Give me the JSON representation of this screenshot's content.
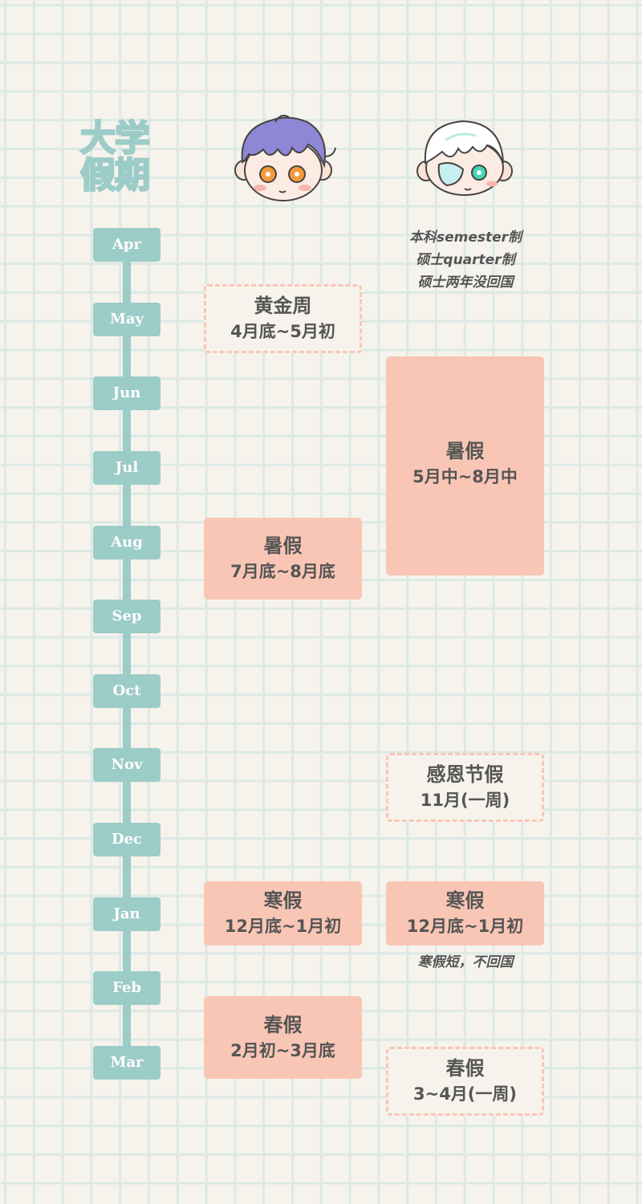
{
  "title": {
    "line1": "大学",
    "line2": "假期"
  },
  "months": [
    "Apr",
    "May",
    "Jun",
    "Jul",
    "Aug",
    "Sep",
    "Oct",
    "Nov",
    "Dec",
    "Jan",
    "Feb",
    "Mar"
  ],
  "notes": {
    "line1": "本科semester制",
    "line2": "硕士quarter制",
    "line3": "硕士两年没回国",
    "winter_note": "寒假短，不回国"
  },
  "left_column": {
    "golden_week": {
      "name": "黄金周",
      "dates": "4月底~5月初"
    },
    "summer": {
      "name": "暑假",
      "dates": "7月底~8月底"
    },
    "winter": {
      "name": "寒假",
      "dates": "12月底~1月初"
    },
    "spring": {
      "name": "春假",
      "dates": "2月初~3月底"
    }
  },
  "right_column": {
    "summer": {
      "name": "暑假",
      "dates": "5月中~8月中"
    },
    "thanksgiving": {
      "name": "感恩节假",
      "dates": "11月(一周)"
    },
    "winter": {
      "name": "寒假",
      "dates": "12月底~1月初"
    },
    "spring": {
      "name": "春假",
      "dates": "3~4月(一周)"
    }
  },
  "colors": {
    "background": "#f6f3ec",
    "grid": "#dce9e5",
    "teal": "#9cccc7",
    "salmon": "#f9c6b6",
    "text": "#555555"
  },
  "icons": {
    "left_avatar": "purple-hair-character-icon",
    "right_avatar": "white-hair-character-icon"
  }
}
